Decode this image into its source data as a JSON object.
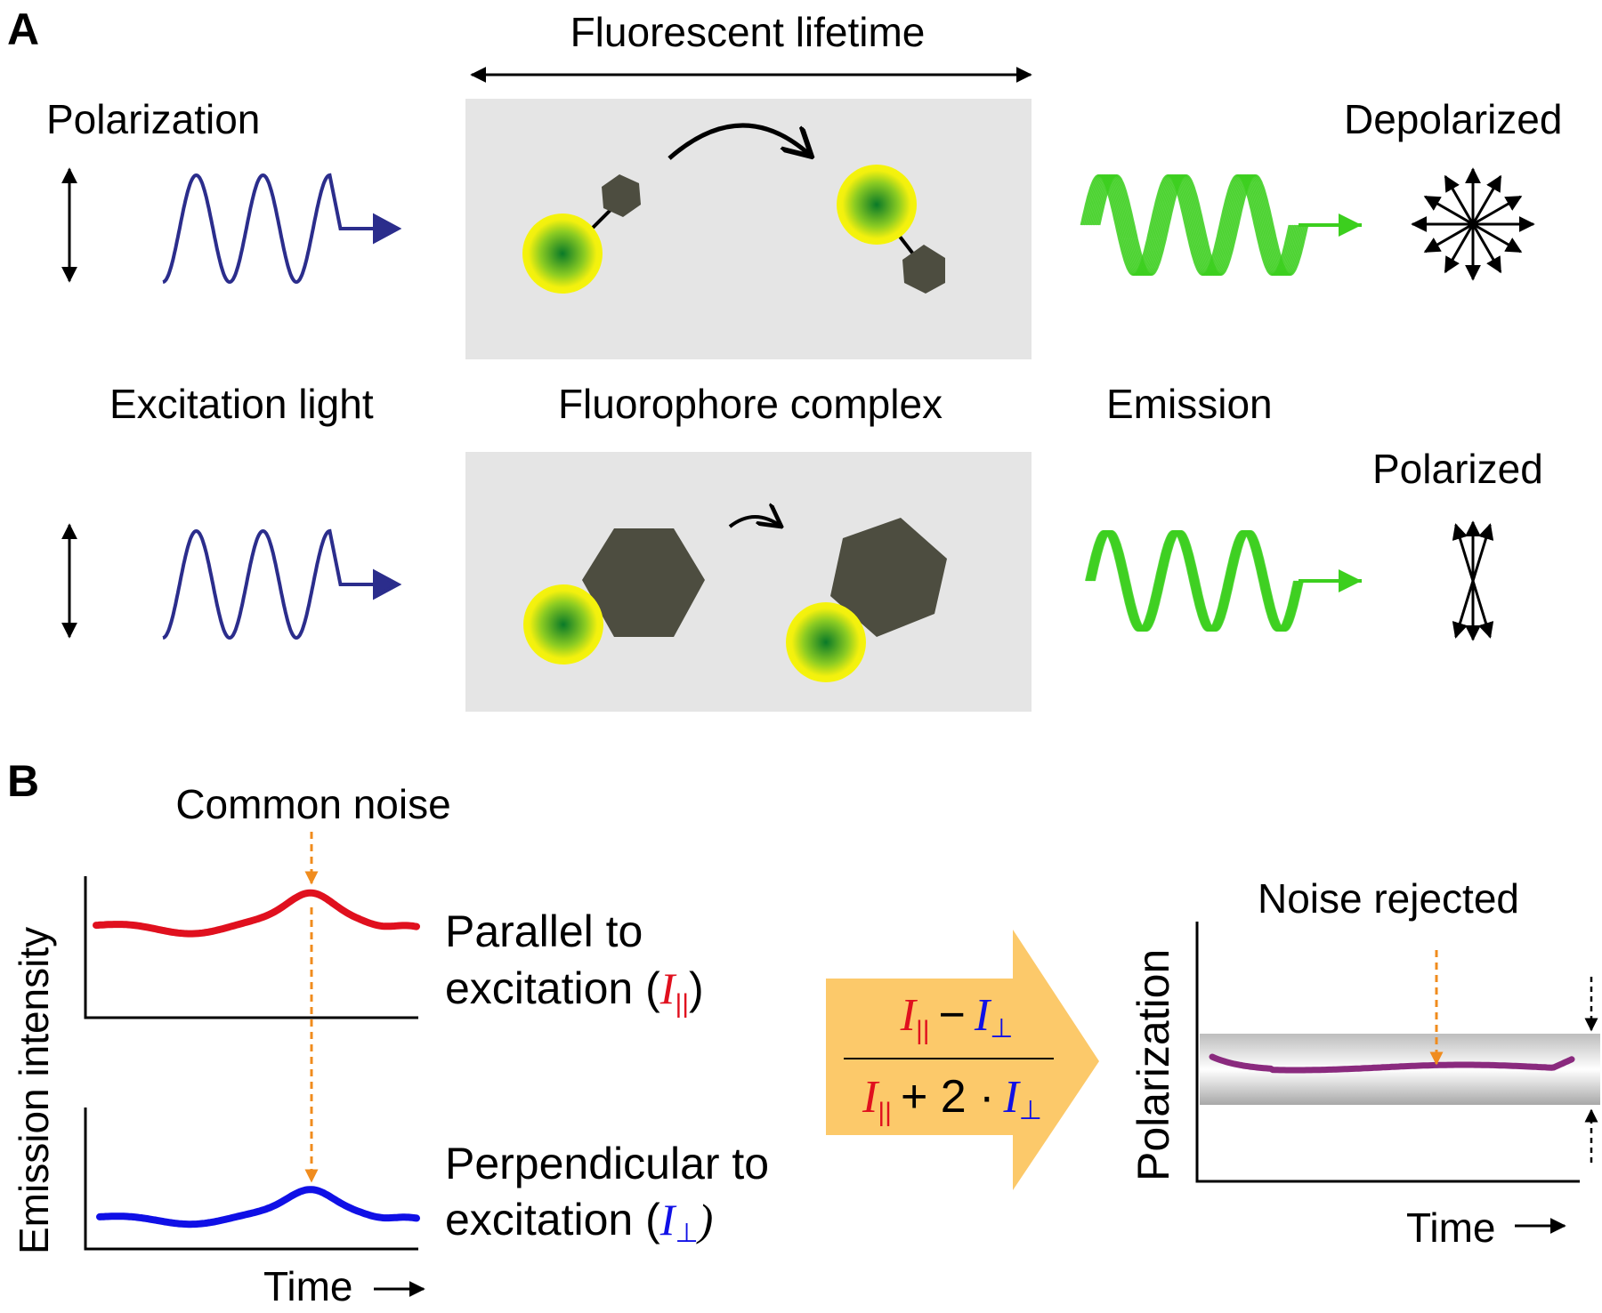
{
  "panel_a": {
    "letter": "A",
    "top_label": "Fluorescent lifetime",
    "polarization_label": "Polarization",
    "depolarized_label": "Depolarized",
    "polarized_label": "Polarized",
    "excitation_label": "Excitation light",
    "fluorophore_label": "Fluorophore complex",
    "emission_label": "Emission",
    "colors": {
      "excitation": "#2b2d8c",
      "emission": "#3ccf1e",
      "box": "#e5e5e5",
      "hexagon": "#4d4d40",
      "fluor_outer": "#f4f40a",
      "fluor_inner": "#0a8a2a"
    }
  },
  "panel_b": {
    "letter": "B",
    "common_noise_label": "Common noise",
    "y_label": "Emission intensity",
    "x_label": "Time",
    "parallel_line1": "Parallel to",
    "parallel_line2": "excitation (",
    "parallel_close": ")",
    "perp_line1": "Perpendicular to",
    "perp_line2": "excitation (",
    "perp_close": ")",
    "symbol_I": "I",
    "sub_parallel": "||",
    "sub_perp": "⊥",
    "formula_minus": "−",
    "formula_plus": "+ 2 ·",
    "noise_rejected_label": "Noise rejected",
    "polarization_axis_label": "Polarization",
    "time_label_right": "Time",
    "colors": {
      "parallel": "#e0101e",
      "perpendicular": "#1010e6",
      "noise_arrow": "#f08c1e",
      "result": "#8a2a7e",
      "formula_box": "#fcc96a"
    }
  }
}
